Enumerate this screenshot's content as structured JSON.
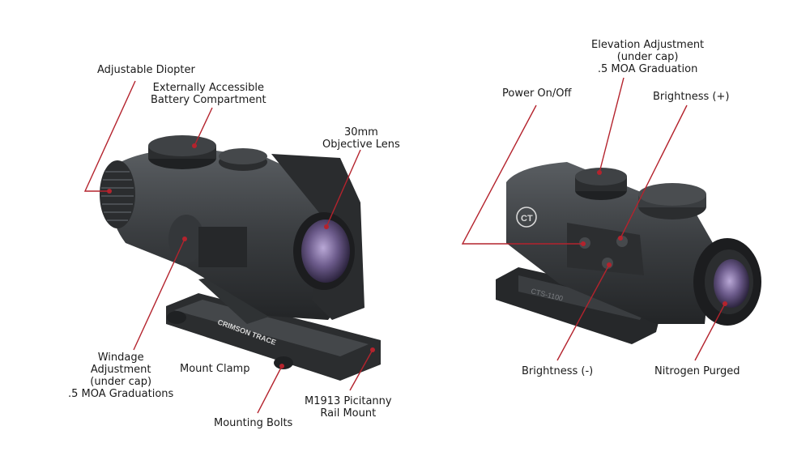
{
  "labels": {
    "adjustable_diopter": [
      "Adjustable Diopter"
    ],
    "battery_compartment": [
      "Externally Accessible",
      "Battery Compartment"
    ],
    "objective_lens": [
      "30mm",
      "Objective Lens"
    ],
    "windage": [
      "Windage",
      "Adjustment",
      "(under cap)",
      ".5 MOA Graduations"
    ],
    "mount_clamp": [
      "Mount Clamp"
    ],
    "mounting_bolts": [
      "Mounting Bolts"
    ],
    "rail_mount": [
      "M1913 Picitanny",
      "Rail Mount"
    ],
    "elevation": [
      "Elevation Adjustment",
      "(under cap)",
      ".5 MOA Graduation"
    ],
    "power": [
      "Power On/Off"
    ],
    "brightness_plus": [
      "Brightness (+)"
    ],
    "brightness_minus": [
      "Brightness (-)"
    ],
    "nitrogen": [
      "Nitrogen Purged"
    ]
  },
  "product_markings": {
    "brand_text": "CRIMSON TRACE",
    "logo_text": "CT",
    "model_text": "CTS-1100"
  },
  "colors": {
    "leader_line": "#b4232d",
    "scope_body": "#3a3d40",
    "scope_dark": "#1f2123",
    "lens": "#6b5a8a",
    "text": "#1a1a1a"
  }
}
